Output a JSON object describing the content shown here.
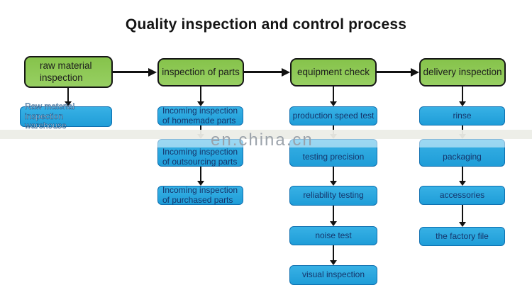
{
  "title": "Quality inspection and control process",
  "watermark": "en.china.cn",
  "flow": {
    "columns": [
      {
        "header": "raw material\ninspection",
        "steps": [
          "Raw material inspection\nwarehouse"
        ]
      },
      {
        "header": "inspection of parts",
        "steps": [
          "Incoming inspection\nof homemade parts",
          "Incoming inspection\nof outsourcing parts",
          "Incoming inspection\nof purchased parts"
        ]
      },
      {
        "header": "equipment check",
        "steps": [
          "production speed test",
          "testing precision",
          "reliability testing",
          "noise test",
          "visual inspection"
        ]
      },
      {
        "header": "delivery inspection",
        "steps": [
          "rinse",
          "packaging",
          "accessories",
          "the factory file"
        ]
      }
    ]
  },
  "colors": {
    "header_fill": "#8dc653",
    "header_border": "#161616",
    "step_fill": "#29a8dd",
    "step_border": "#0d6fb0",
    "step_text": "#15356b",
    "arrow": "#111111",
    "title_text": "#141414",
    "watermark_text": "#98a0a8"
  }
}
